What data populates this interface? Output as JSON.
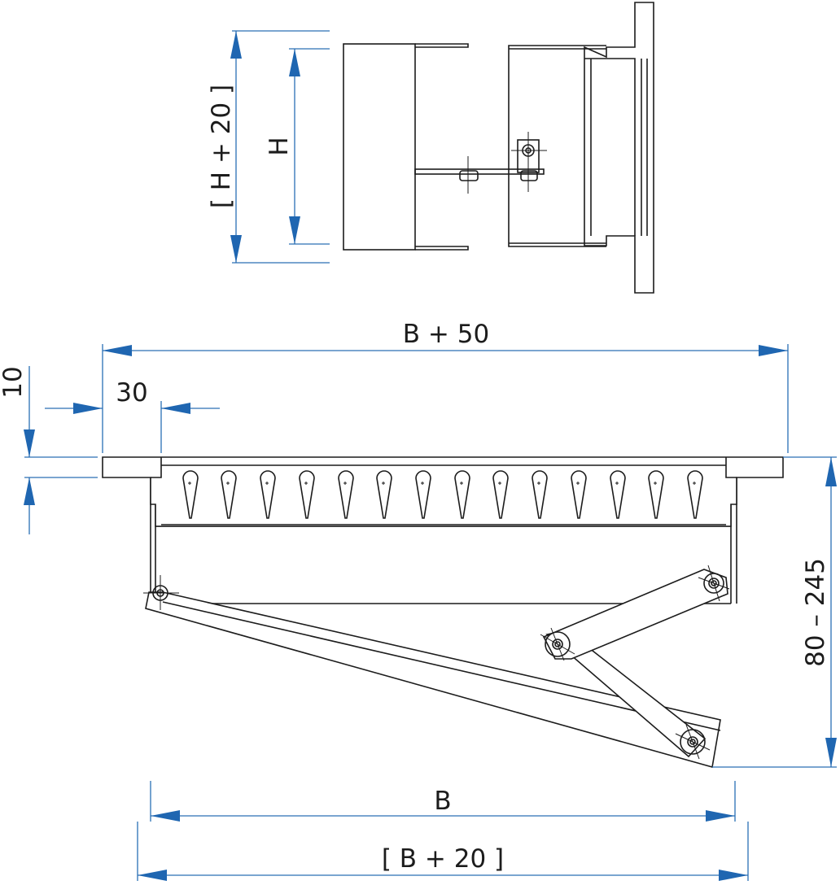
{
  "dimensions": {
    "top_height_outer": "[ H + 20 ]",
    "top_height_inner": "H",
    "overall_width": "B + 50",
    "flange_width": "30",
    "flange_thickness": "10",
    "opening_range": "80 – 245",
    "inner_width": "B",
    "outer_width": "[ B + 20 ]"
  },
  "colors": {
    "dimension_line": "#2a6fb5",
    "arrow": "#1f66b1",
    "outline": "#1c1c1c"
  }
}
